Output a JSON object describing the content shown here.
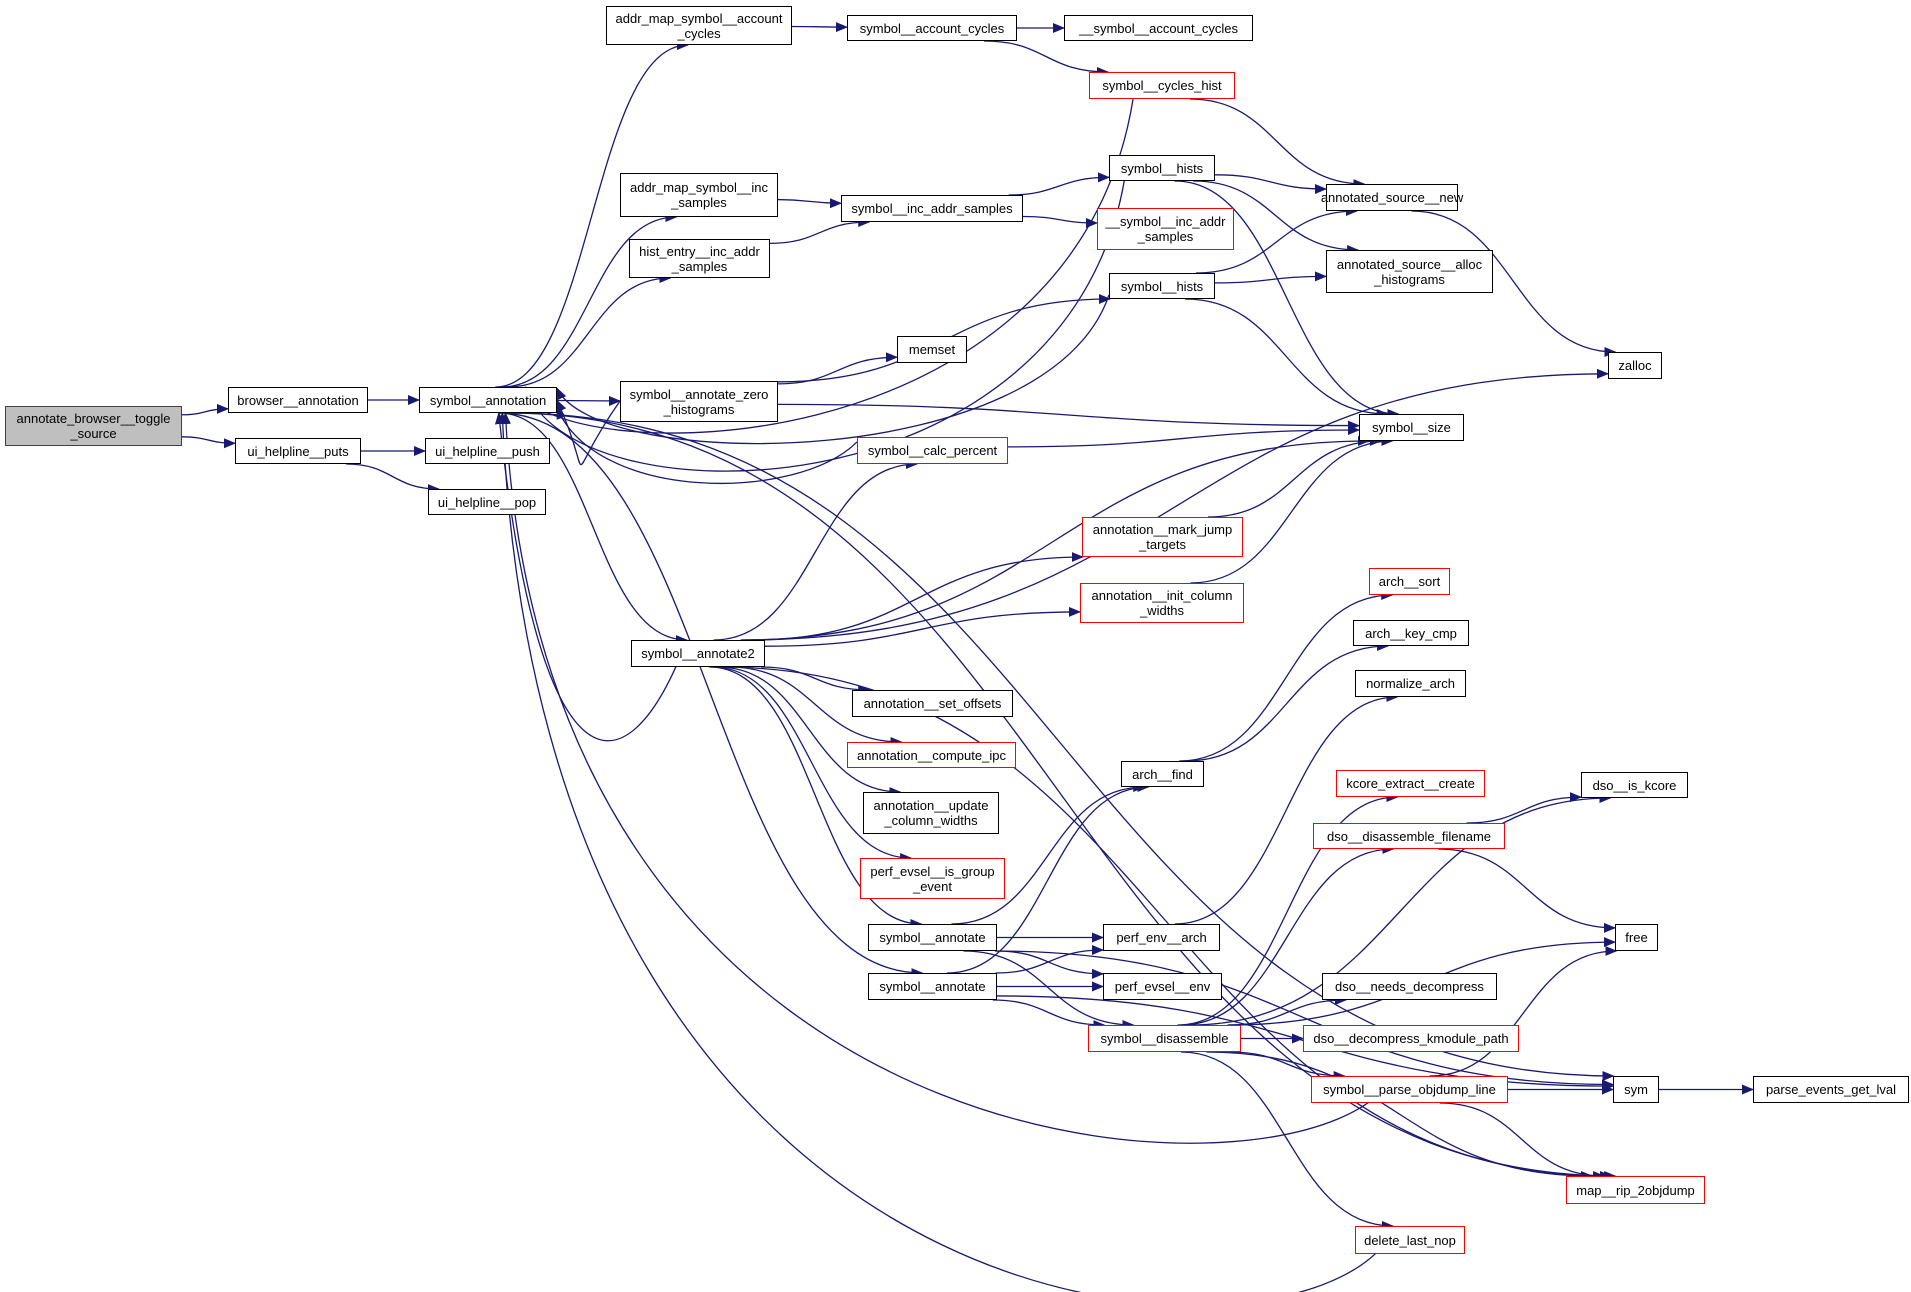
{
  "diagram": {
    "type": "call-graph",
    "edge_color": "#191970",
    "root_fill": "#bfbfbf",
    "incomplete_border_color": "#ff0000",
    "nodes": [
      {
        "id": "annotate_browser_toggle_source",
        "label": "annotate_browser__toggle\n_source",
        "style": "root"
      },
      {
        "id": "browser_annotation",
        "label": "browser__annotation",
        "style": "normal"
      },
      {
        "id": "ui_helpline_puts",
        "label": "ui_helpline__puts",
        "style": "normal"
      },
      {
        "id": "symbol_annotation",
        "label": "symbol__annotation",
        "style": "normal"
      },
      {
        "id": "ui_helpline_push",
        "label": "ui_helpline__push",
        "style": "normal"
      },
      {
        "id": "ui_helpline_pop",
        "label": "ui_helpline__pop",
        "style": "normal"
      },
      {
        "id": "addr_map_symbol_account_cycles",
        "label": "addr_map_symbol__account\n_cycles",
        "style": "normal"
      },
      {
        "id": "symbol_account_cycles",
        "label": "symbol__account_cycles",
        "style": "normal"
      },
      {
        "id": "__symbol_account_cycles",
        "label": "__symbol__account_cycles",
        "style": "normal"
      },
      {
        "id": "symbol_cycles_hist",
        "label": "symbol__cycles_hist",
        "style": "red"
      },
      {
        "id": "symbol_hists_1",
        "label": "symbol__hists",
        "style": "normal"
      },
      {
        "id": "addr_map_symbol_inc_samples",
        "label": "addr_map_symbol__inc\n_samples",
        "style": "normal"
      },
      {
        "id": "symbol_inc_addr_samples",
        "label": "symbol__inc_addr_samples",
        "style": "normal"
      },
      {
        "id": "__symbol_inc_addr_samples",
        "label": "__symbol__inc_addr\n_samples",
        "style": "red"
      },
      {
        "id": "hist_entry_inc_addr_samples",
        "label": "hist_entry__inc_addr\n_samples",
        "style": "normal"
      },
      {
        "id": "symbol_hists_2",
        "label": "symbol__hists",
        "style": "normal"
      },
      {
        "id": "annotated_source_new",
        "label": "annotated_source__new",
        "style": "normal"
      },
      {
        "id": "annotated_source_alloc_histograms",
        "label": "annotated_source__alloc\n_histograms",
        "style": "normal"
      },
      {
        "id": "zalloc",
        "label": "zalloc",
        "style": "normal"
      },
      {
        "id": "memset",
        "label": "memset",
        "style": "normal"
      },
      {
        "id": "symbol_annotate_zero_histograms",
        "label": "symbol__annotate_zero\n_histograms",
        "style": "normal"
      },
      {
        "id": "symbol_size",
        "label": "symbol__size",
        "style": "normal"
      },
      {
        "id": "symbol_calc_percent",
        "label": "symbol__calc_percent",
        "style": "red"
      },
      {
        "id": "annotation_mark_jump_targets",
        "label": "annotation__mark_jump\n_targets",
        "style": "red"
      },
      {
        "id": "annotation_init_column_widths",
        "label": "annotation__init_column\n_widths",
        "style": "red"
      },
      {
        "id": "arch_sort",
        "label": "arch__sort",
        "style": "red"
      },
      {
        "id": "arch_key_cmp",
        "label": "arch__key_cmp",
        "style": "normal"
      },
      {
        "id": "normalize_arch",
        "label": "normalize_arch",
        "style": "normal"
      },
      {
        "id": "symbol_annotate2",
        "label": "symbol__annotate2",
        "style": "normal"
      },
      {
        "id": "annotation_set_offsets",
        "label": "annotation__set_offsets",
        "style": "normal"
      },
      {
        "id": "annotation_compute_ipc",
        "label": "annotation__compute_ipc",
        "style": "red"
      },
      {
        "id": "arch_find",
        "label": "arch__find",
        "style": "normal"
      },
      {
        "id": "annotation_update_column_widths",
        "label": "annotation__update\n_column_widths",
        "style": "normal"
      },
      {
        "id": "kcore_extract_create",
        "label": "kcore_extract__create",
        "style": "red"
      },
      {
        "id": "dso_is_kcore",
        "label": "dso__is_kcore",
        "style": "normal"
      },
      {
        "id": "dso_disassemble_filename",
        "label": "dso__disassemble_filename",
        "style": "red"
      },
      {
        "id": "perf_evsel_is_group_event",
        "label": "perf_evsel__is_group\n_event",
        "style": "red"
      },
      {
        "id": "symbol_annotate_1",
        "label": "symbol__annotate",
        "style": "normal"
      },
      {
        "id": "perf_env_arch",
        "label": "perf_env__arch",
        "style": "normal"
      },
      {
        "id": "free",
        "label": "free",
        "style": "normal"
      },
      {
        "id": "symbol_annotate_2",
        "label": "symbol__annotate",
        "style": "normal"
      },
      {
        "id": "perf_evsel_env",
        "label": "perf_evsel__env",
        "style": "normal"
      },
      {
        "id": "dso_needs_decompress",
        "label": "dso__needs_decompress",
        "style": "normal"
      },
      {
        "id": "symbol_disassemble",
        "label": "symbol__disassemble",
        "style": "red"
      },
      {
        "id": "dso_decompress_kmodule_path",
        "label": "dso__decompress_kmodule_path",
        "style": "red"
      },
      {
        "id": "symbol_parse_objdump_line",
        "label": "symbol__parse_objdump_line",
        "style": "red"
      },
      {
        "id": "sym",
        "label": "sym",
        "style": "normal"
      },
      {
        "id": "parse_events_get_lval",
        "label": "parse_events_get_lval",
        "style": "normal"
      },
      {
        "id": "map_rip_2objdump",
        "label": "map__rip_2objdump",
        "style": "red"
      },
      {
        "id": "delete_last_nop",
        "label": "delete_last_nop",
        "style": "red"
      }
    ],
    "edges": [
      [
        "annotate_browser_toggle_source",
        "browser_annotation"
      ],
      [
        "annotate_browser_toggle_source",
        "ui_helpline_puts"
      ],
      [
        "browser_annotation",
        "symbol_annotation"
      ],
      [
        "ui_helpline_puts",
        "ui_helpline_push"
      ],
      [
        "ui_helpline_puts",
        "ui_helpline_pop"
      ],
      [
        "symbol_annotation",
        "addr_map_symbol_account_cycles"
      ],
      [
        "symbol_annotation",
        "addr_map_symbol_inc_samples"
      ],
      [
        "symbol_annotation",
        "hist_entry_inc_addr_samples"
      ],
      [
        "symbol_annotation",
        "symbol_annotate_zero_histograms"
      ],
      [
        "symbol_annotation",
        "symbol_annotate2"
      ],
      [
        "symbol_annotation",
        "symbol_annotate_2"
      ],
      [
        "symbol_annotation",
        "sym"
      ],
      [
        "symbol_annotation",
        "map_rip_2objdump"
      ],
      [
        "addr_map_symbol_account_cycles",
        "symbol_account_cycles"
      ],
      [
        "symbol_account_cycles",
        "__symbol_account_cycles"
      ],
      [
        "symbol_account_cycles",
        "symbol_cycles_hist"
      ],
      [
        "symbol_cycles_hist",
        "symbol_annotation"
      ],
      [
        "symbol_cycles_hist",
        "annotated_source_new"
      ],
      [
        "symbol_hists_1",
        "symbol_annotation"
      ],
      [
        "symbol_hists_1",
        "annotated_source_new"
      ],
      [
        "symbol_hists_1",
        "annotated_source_alloc_histograms"
      ],
      [
        "symbol_hists_1",
        "symbol_size"
      ],
      [
        "addr_map_symbol_inc_samples",
        "symbol_inc_addr_samples"
      ],
      [
        "hist_entry_inc_addr_samples",
        "symbol_inc_addr_samples"
      ],
      [
        "symbol_inc_addr_samples",
        "symbol_hists_1"
      ],
      [
        "symbol_inc_addr_samples",
        "__symbol_inc_addr_samples"
      ],
      [
        "symbol_hists_2",
        "symbol_annotation"
      ],
      [
        "symbol_hists_2",
        "annotated_source_new"
      ],
      [
        "symbol_hists_2",
        "annotated_source_alloc_histograms"
      ],
      [
        "symbol_hists_2",
        "symbol_size"
      ],
      [
        "annotated_source_new",
        "zalloc"
      ],
      [
        "symbol_annotate_zero_histograms",
        "symbol_annotation"
      ],
      [
        "symbol_annotate_zero_histograms",
        "symbol_hists_2"
      ],
      [
        "symbol_annotate_zero_histograms",
        "memset"
      ],
      [
        "symbol_annotate_zero_histograms",
        "symbol_size"
      ],
      [
        "symbol_calc_percent",
        "symbol_annotation"
      ],
      [
        "symbol_calc_percent",
        "symbol_size"
      ],
      [
        "annotation_mark_jump_targets",
        "symbol_size"
      ],
      [
        "annotation_init_column_widths",
        "symbol_size"
      ],
      [
        "symbol_annotate2",
        "symbol_annotation"
      ],
      [
        "symbol_annotate2",
        "symbol_calc_percent"
      ],
      [
        "symbol_annotate2",
        "symbol_size"
      ],
      [
        "symbol_annotate2",
        "annotation_mark_jump_targets"
      ],
      [
        "symbol_annotate2",
        "annotation_init_column_widths"
      ],
      [
        "symbol_annotate2",
        "zalloc"
      ],
      [
        "symbol_annotate2",
        "annotation_set_offsets"
      ],
      [
        "symbol_annotate2",
        "annotation_compute_ipc"
      ],
      [
        "symbol_annotate2",
        "annotation_update_column_widths"
      ],
      [
        "symbol_annotate2",
        "perf_evsel_is_group_event"
      ],
      [
        "symbol_annotate2",
        "symbol_annotate_1"
      ],
      [
        "symbol_annotate2",
        "map_rip_2objdump"
      ],
      [
        "arch_find",
        "arch_sort"
      ],
      [
        "arch_find",
        "arch_key_cmp"
      ],
      [
        "perf_env_arch",
        "normalize_arch"
      ],
      [
        "symbol_annotate_1",
        "arch_find"
      ],
      [
        "symbol_annotate_1",
        "perf_env_arch"
      ],
      [
        "symbol_annotate_1",
        "perf_evsel_env"
      ],
      [
        "symbol_annotate_1",
        "symbol_disassemble"
      ],
      [
        "symbol_annotate_1",
        "sym"
      ],
      [
        "symbol_annotate_2",
        "arch_find"
      ],
      [
        "symbol_annotate_2",
        "perf_env_arch"
      ],
      [
        "symbol_annotate_2",
        "perf_evsel_env"
      ],
      [
        "symbol_annotate_2",
        "symbol_disassemble"
      ],
      [
        "symbol_annotate_2",
        "sym"
      ],
      [
        "symbol_disassemble",
        "dso_is_kcore"
      ],
      [
        "symbol_disassemble",
        "kcore_extract_create"
      ],
      [
        "symbol_disassemble",
        "dso_disassemble_filename"
      ],
      [
        "symbol_disassemble",
        "free"
      ],
      [
        "symbol_disassemble",
        "dso_needs_decompress"
      ],
      [
        "symbol_disassemble",
        "dso_decompress_kmodule_path"
      ],
      [
        "symbol_disassemble",
        "symbol_parse_objdump_line"
      ],
      [
        "symbol_disassemble",
        "map_rip_2objdump"
      ],
      [
        "symbol_disassemble",
        "delete_last_nop"
      ],
      [
        "dso_disassemble_filename",
        "dso_is_kcore"
      ],
      [
        "dso_disassemble_filename",
        "free"
      ],
      [
        "symbol_parse_objdump_line",
        "free"
      ],
      [
        "symbol_parse_objdump_line",
        "sym"
      ],
      [
        "symbol_parse_objdump_line",
        "map_rip_2objdump"
      ],
      [
        "symbol_parse_objdump_line",
        "symbol_annotation"
      ],
      [
        "delete_last_nop",
        "symbol_annotation"
      ],
      [
        "sym",
        "parse_events_get_lval"
      ]
    ]
  }
}
